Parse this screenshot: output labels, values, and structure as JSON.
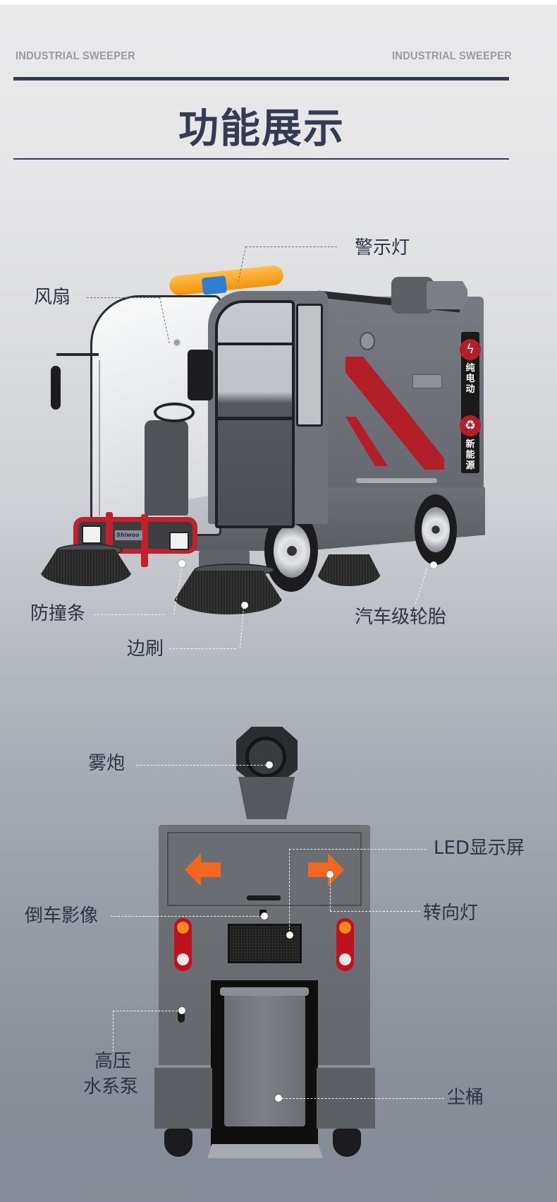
{
  "header": {
    "tag_left": "INDUSTRIAL SWEEPER",
    "tag_right": "INDUSTRIAL SWEEPER",
    "title": "功能展示"
  },
  "colors": {
    "title_color": "#343b52",
    "tag_color": "#9a9ca2",
    "accent_red": "#b21f29",
    "body_gray": "#6b6e74",
    "warning_orange": "#f5a623",
    "arrow_orange": "#f2661e"
  },
  "front_view": {
    "labels": {
      "warning_light": "警示灯",
      "fan": "风扇",
      "bumper": "防撞条",
      "side_brush": "边刷",
      "tire": "汽车级轮胎"
    },
    "badges": [
      {
        "icon": "lightning-icon",
        "text": "纯电动"
      },
      {
        "icon": "recycle-icon",
        "text": "新能源"
      }
    ],
    "brand_plate": "Shiwoo"
  },
  "rear_view": {
    "labels": {
      "fog_cannon": "雾炮",
      "led_screen": "LED显示屏",
      "reverse_camera": "倒车影像",
      "turn_signal": "转向灯",
      "pump_line1": "高压",
      "pump_line2": "水系泵",
      "dust_bin": "尘桶"
    }
  }
}
